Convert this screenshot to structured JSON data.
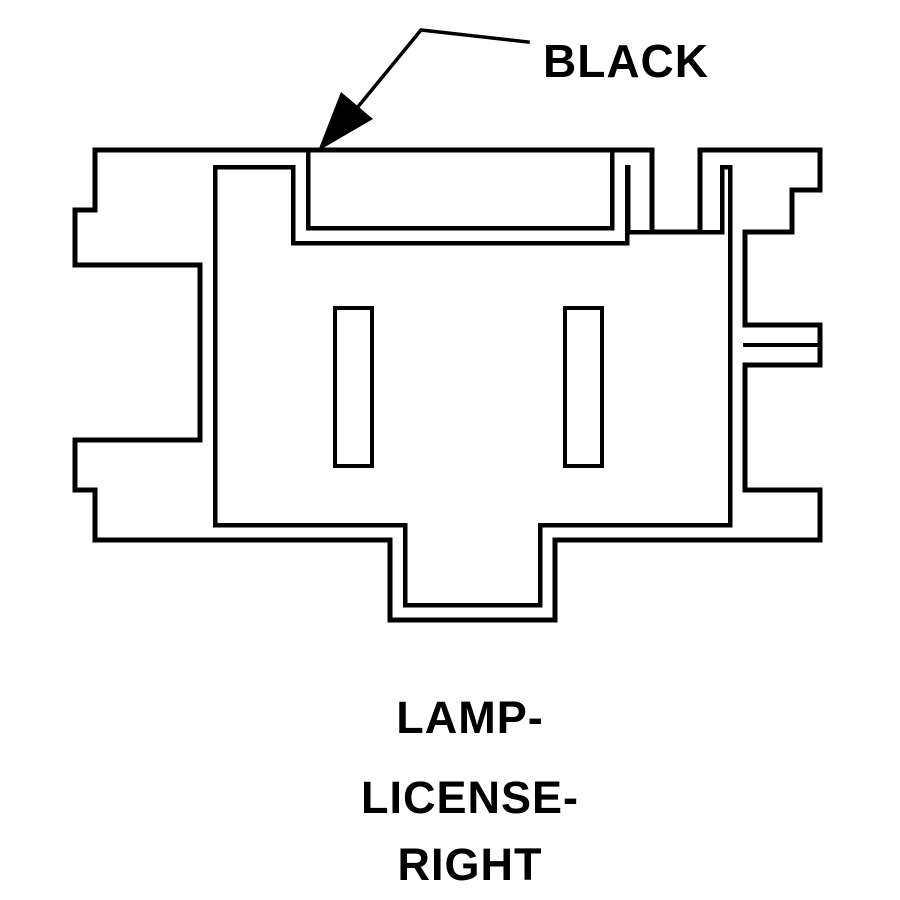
{
  "diagram": {
    "type": "connector-pinout",
    "wire_label": "BLACK",
    "caption_lines": [
      "LAMP-",
      "LICENSE-",
      "RIGHT"
    ],
    "colors": {
      "line": "#000000",
      "background": "#ffffff",
      "text": "#000000"
    }
  }
}
